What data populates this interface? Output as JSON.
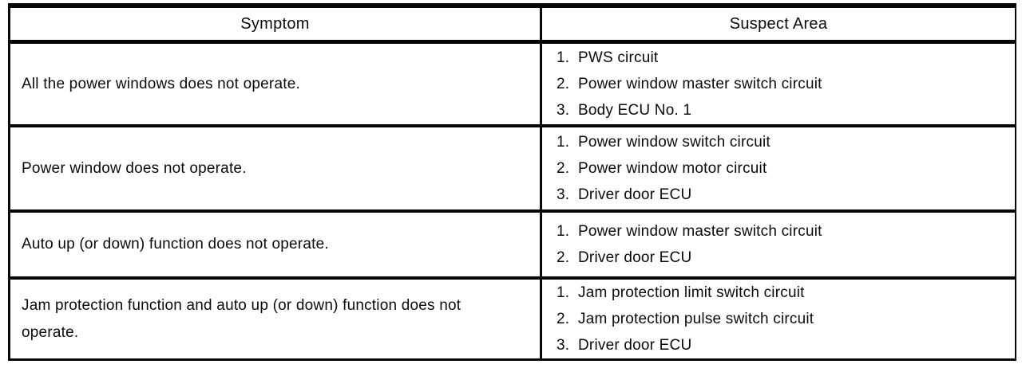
{
  "colors": {
    "ink": "#0b0b0b",
    "paper": "#ffffff"
  },
  "table": {
    "columns": {
      "symptom": "Symptom",
      "suspect_area": "Suspect Area"
    },
    "rows": [
      {
        "symptom": "All the power windows does not operate.",
        "suspect_areas": [
          {
            "num": "1.",
            "text": "PWS circuit"
          },
          {
            "num": "2.",
            "text": "Power window master switch circuit"
          },
          {
            "num": "3.",
            "text": "Body ECU No. 1"
          }
        ]
      },
      {
        "symptom": "Power window does not operate.",
        "suspect_areas": [
          {
            "num": "1.",
            "text": "Power window switch circuit"
          },
          {
            "num": "2.",
            "text": "Power window motor circuit"
          },
          {
            "num": "3.",
            "text": "Driver door ECU"
          }
        ]
      },
      {
        "symptom": "Auto up (or down) function does not operate.",
        "suspect_areas": [
          {
            "num": "1.",
            "text": "Power window master switch circuit"
          },
          {
            "num": "2.",
            "text": "Driver door ECU"
          }
        ]
      },
      {
        "symptom": "Jam protection function and auto up (or down) function does not operate.",
        "suspect_areas": [
          {
            "num": "1.",
            "text": "Jam protection limit switch circuit"
          },
          {
            "num": "2.",
            "text": "Jam protection pulse switch circuit"
          },
          {
            "num": "3.",
            "text": "Driver door ECU"
          }
        ]
      }
    ]
  }
}
